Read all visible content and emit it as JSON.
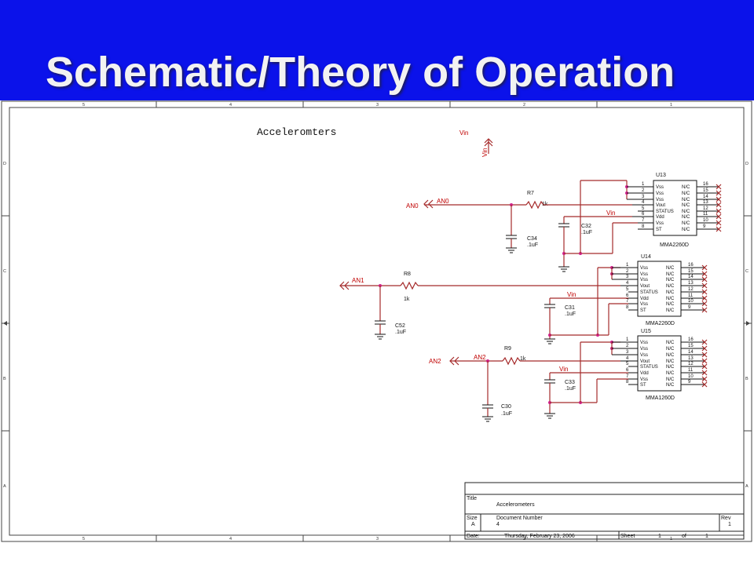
{
  "slide": {
    "title": "Schematic/Theory of Operation"
  },
  "schematic": {
    "heading": "Acceleromters",
    "border_cols": [
      "5",
      "4",
      "3",
      "2",
      "1"
    ],
    "border_rows": [
      "D",
      "C",
      "B",
      "A"
    ],
    "power_symbol": {
      "label": "Vin",
      "rotated_label": "Vin"
    },
    "inputs": [
      {
        "port": "AN0",
        "net": "AN0",
        "resistor": "R7",
        "res_value": "1k",
        "filter_cap": "C34",
        "filter_value": ".1uF",
        "bypass_cap": "C32",
        "bypass_value": ".1uF",
        "vin": "Vin"
      },
      {
        "port": "AN1",
        "resistor": "R8",
        "res_value": "1k",
        "filter_cap": "C52",
        "filter_value": ".1uF",
        "bypass_cap": "C31",
        "bypass_value": ".1uF",
        "vin": "Vin"
      },
      {
        "port": "AN2",
        "net": "AN2",
        "resistor": "R9",
        "res_value": "1k",
        "filter_cap": "C30",
        "filter_value": ".1uF",
        "bypass_cap": "C33",
        "bypass_value": ".1uF",
        "vin": "Vin"
      }
    ],
    "chips": [
      {
        "ref": "U13",
        "part": "MMA2260D"
      },
      {
        "ref": "U14",
        "part": "MMA2260D"
      },
      {
        "ref": "U15",
        "part": "MMA1260D"
      }
    ],
    "pin_names_left": [
      "Vss",
      "Vss",
      "Vss",
      "Vout",
      "STATUS",
      "Vdd",
      "Vss",
      "ST"
    ],
    "pin_names_right": [
      "N/C",
      "N/C",
      "N/C",
      "N/C",
      "N/C",
      "N/C",
      "N/C",
      "N/C"
    ],
    "pin_nums_left": [
      "1",
      "2",
      "3",
      "4",
      "5",
      "6",
      "7",
      "8"
    ],
    "pin_nums_right": [
      "16",
      "15",
      "14",
      "13",
      "12",
      "11",
      "10",
      "9"
    ],
    "title_block": {
      "title_label": "Title",
      "title": "Accelerometers",
      "size_label": "Size",
      "size": "A",
      "docnum_label": "Document Number",
      "docnum": "4",
      "rev_label": "Rev",
      "rev": "1",
      "date_label": "Date:",
      "date": "Thursday, February 23, 2006",
      "sheet_label": "Sheet",
      "sheet": "1",
      "of_label": "of",
      "of": "1"
    }
  },
  "colors": {
    "header_bg": "#0b12ea",
    "title_text": "#f2f2f2",
    "wire": "#a52a2a",
    "net_label": "#c00000",
    "junction": "#d0208a"
  }
}
